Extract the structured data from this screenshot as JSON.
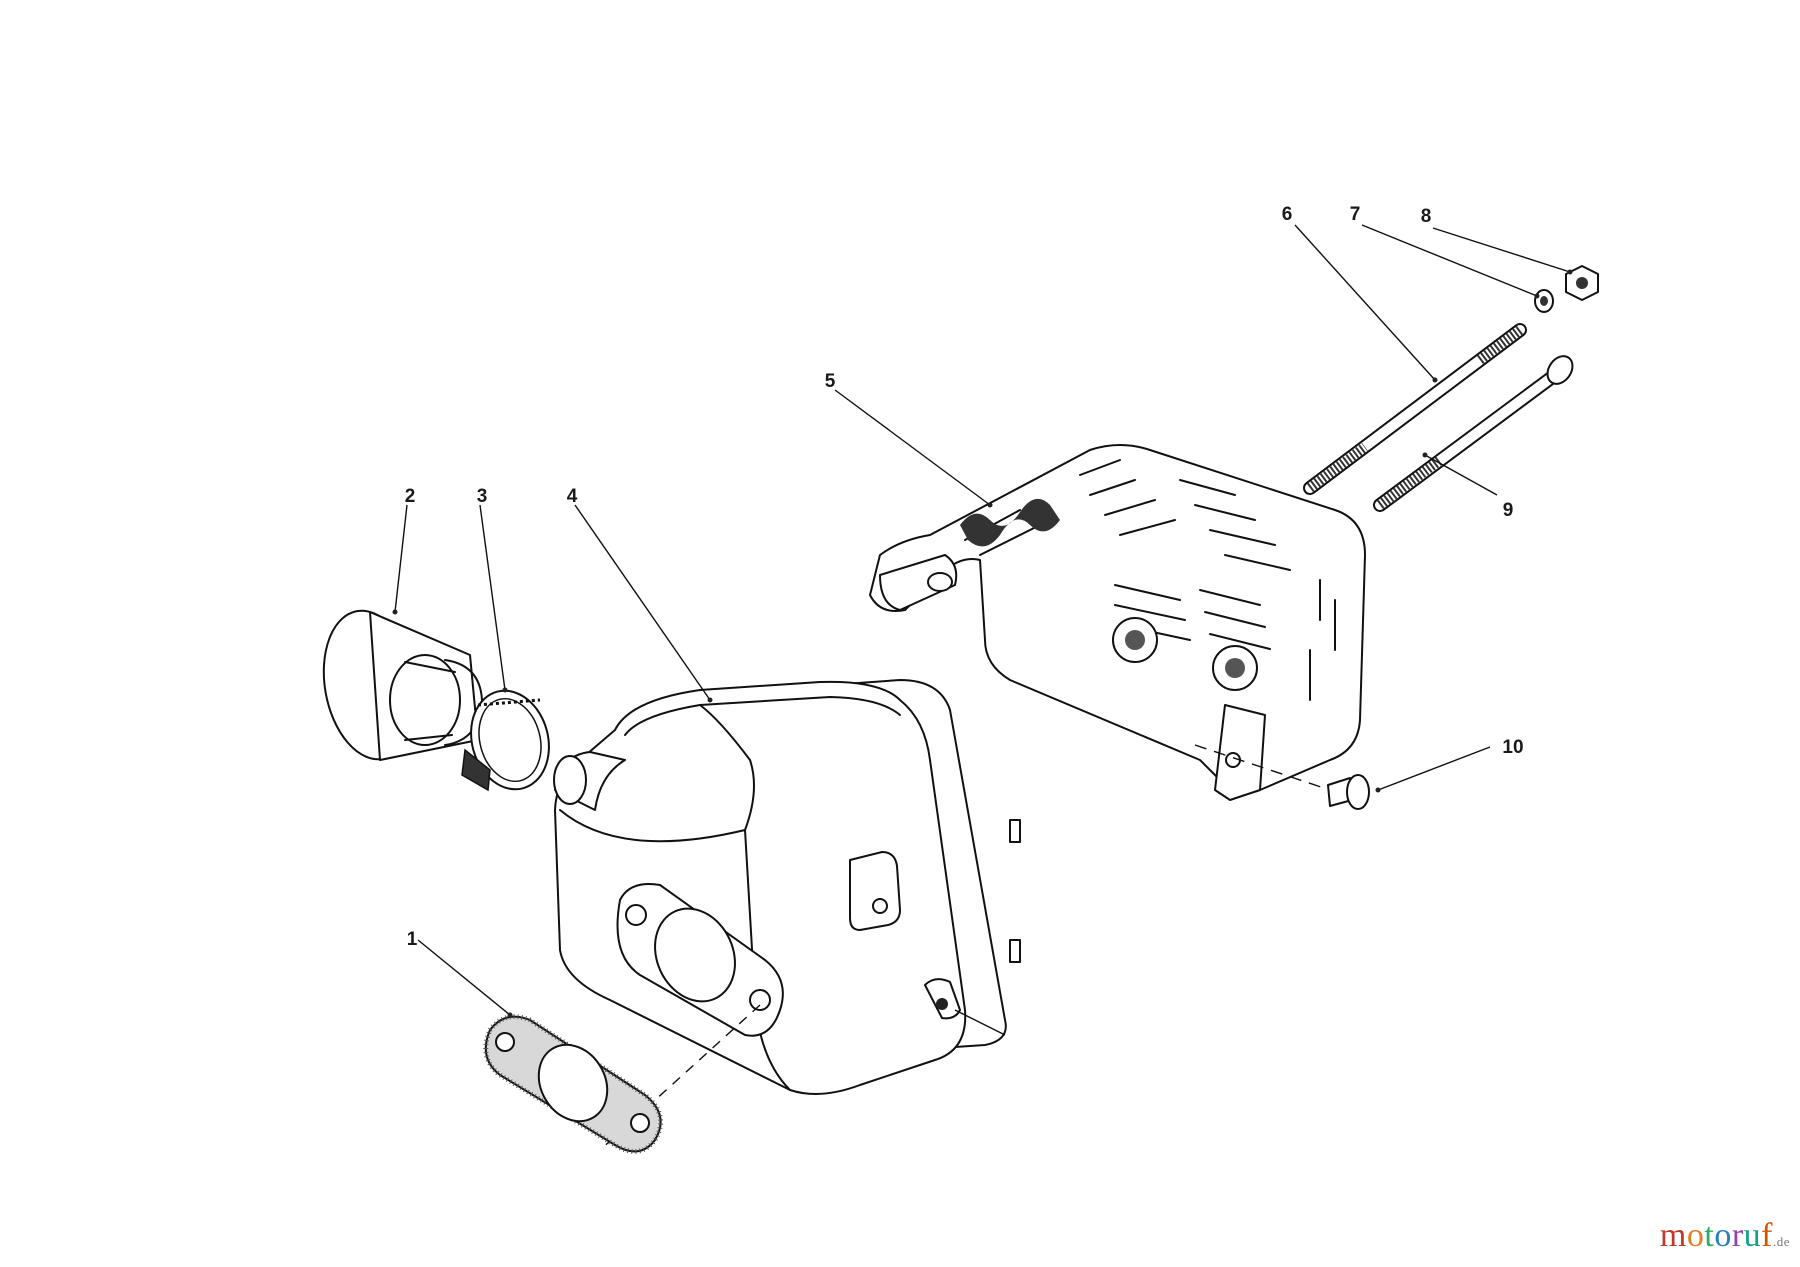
{
  "callouts": {
    "c1": "1",
    "c2": "2",
    "c3": "3",
    "c4": "4",
    "c5": "5",
    "c6": "6",
    "c7": "7",
    "c8": "8",
    "c9": "9",
    "c10": "10"
  },
  "watermark": {
    "text": "motoruf",
    "domain": ".de",
    "letter_colors": [
      "#c0392b",
      "#e67e22",
      "#27ae60",
      "#2980b9",
      "#8e44ad",
      "#16a085",
      "#d35400"
    ]
  }
}
